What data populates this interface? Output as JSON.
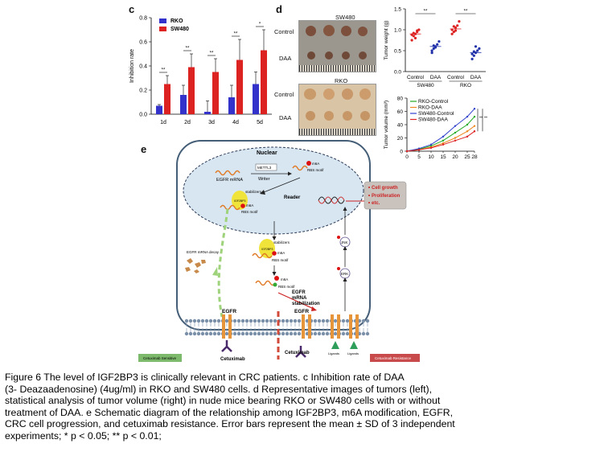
{
  "panels": {
    "c": "c",
    "d": "d",
    "e": "e"
  },
  "chart_data": [
    {
      "type": "bar",
      "panel": "c",
      "categories": [
        "1d",
        "2d",
        "3d",
        "4d",
        "5d"
      ],
      "series": [
        {
          "name": "RKO",
          "color": "#3333cc",
          "values": [
            0.07,
            0.16,
            0.02,
            0.14,
            0.25
          ],
          "errors": [
            0.01,
            0.08,
            0.09,
            0.1,
            0.1
          ]
        },
        {
          "name": "SW480",
          "color": "#dd2222",
          "values": [
            0.25,
            0.39,
            0.35,
            0.45,
            0.53
          ],
          "errors": [
            0.07,
            0.11,
            0.11,
            0.17,
            0.17
          ]
        }
      ],
      "ylabel": "Inhibition rate",
      "ylim": [
        0,
        0.8
      ],
      "yticks": [
        "0.0",
        "0.2",
        "0.4",
        "0.6",
        "0.8"
      ],
      "significance": [
        "**",
        "**",
        "**",
        "**",
        "*"
      ]
    },
    {
      "type": "scatter",
      "panel": "d-weight",
      "ylabel": "Tumor weight (g)",
      "ylim": [
        0,
        1.5
      ],
      "yticks": [
        "0.0",
        "0.5",
        "1.0",
        "1.5"
      ],
      "categories": [
        "Control",
        "DAA",
        "Control",
        "DAA"
      ],
      "group_labels": [
        "SW480",
        "RKO"
      ],
      "colors": [
        "#dd2222",
        "#2233aa",
        "#dd2222",
        "#2233aa"
      ],
      "significance": [
        "**",
        "**"
      ],
      "means": [
        0.9,
        0.6,
        1.02,
        0.45
      ],
      "points": [
        [
          0.75,
          0.85,
          0.9,
          0.95,
          1.0,
          0.88,
          0.92,
          0.8,
          0.98
        ],
        [
          0.45,
          0.55,
          0.6,
          0.65,
          0.72,
          0.5,
          0.62,
          0.58
        ],
        [
          0.9,
          0.95,
          1.05,
          1.1,
          1.2,
          1.0,
          1.08,
          0.98
        ],
        [
          0.3,
          0.38,
          0.45,
          0.5,
          0.55,
          0.42,
          0.48,
          0.6
        ]
      ]
    },
    {
      "type": "line",
      "panel": "d-volume",
      "ylabel": "Tumor volume (mm³)",
      "x": [
        0,
        5,
        10,
        15,
        20,
        25,
        28
      ],
      "xticks": [
        "0",
        "5",
        "10",
        "15",
        "20",
        "25",
        "28"
      ],
      "ylim": [
        0,
        80
      ],
      "yticks": [
        "0",
        "20",
        "40",
        "60",
        "80"
      ],
      "series": [
        {
          "name": "RKO-Control",
          "color": "#22aa22",
          "values": [
            0,
            3,
            8,
            16,
            28,
            40,
            52
          ]
        },
        {
          "name": "RKO-DAA",
          "color": "#ee8822",
          "values": [
            0,
            2,
            6,
            12,
            20,
            30,
            38
          ]
        },
        {
          "name": "SW480-Control",
          "color": "#3344cc",
          "values": [
            0,
            4,
            10,
            22,
            38,
            52,
            64
          ]
        },
        {
          "name": "SW480-DAA",
          "color": "#dd2222",
          "values": [
            0,
            2,
            5,
            10,
            16,
            22,
            30
          ]
        }
      ],
      "significance": [
        "**",
        "**"
      ]
    }
  ],
  "photos": {
    "sw480_title": "SW480",
    "rko_title": "RKO",
    "row_control": "Control",
    "row_daa": "DAA"
  },
  "diagram": {
    "nuclear": "Nuclear",
    "mettl3": "METTL3",
    "writer": "Writer",
    "egfr_mrna": "EGFR mRNA",
    "m6a": "m6A",
    "rbs_motif": "RBS motif",
    "stabilizers": "stabilizers",
    "igf2bp3": "IGF2BP3",
    "reader": "Reader",
    "outcomes": [
      "Cell growth",
      "Proliferation",
      "etc."
    ],
    "egfr_mrna_decay": "EGFR mRNA decay",
    "egfr_stab_1": "EGFR",
    "egfr_stab_2": "mRNA",
    "egfr_stab_3": "stabilization",
    "jnk": "JNK",
    "erk": "ERK",
    "egfr_left": "EGFR",
    "egfr_right": "EGFR",
    "cetuximab_left": "Cetuximab",
    "cetuximab_right": "Cetuximab",
    "ligands": "Ligands",
    "sensitive_label": "Cetuximab Sensitive",
    "resistance_label": "Cetuximab Resistance"
  },
  "caption": {
    "lines": [
      "Figure 6 The level of IGF2BP3 is clinically relevant in CRC patients. c Inhibition rate of DAA",
      "(3- Deazaadenosine) (4ug/ml) in RKO and SW480 cells. d Representative images of tumors (left),",
      "statistical analysis of tumor volume (right) in nude mice bearing RKO or SW480 cells with or without",
      "treatment of DAA. e Schematic diagram of the relationship among IGF2BP3, m6A modification, EGFR,",
      "CRC cell progression, and cetuximab resistance. Error bars represent the mean ± SD of 3 independent",
      "experiments; * p < 0.05; ** p < 0.01;"
    ]
  },
  "colors": {
    "accent_red": "#cc2222",
    "accent_blue": "#3333cc",
    "membrane": "#7a8fa8",
    "cell_border": "#445e77"
  }
}
